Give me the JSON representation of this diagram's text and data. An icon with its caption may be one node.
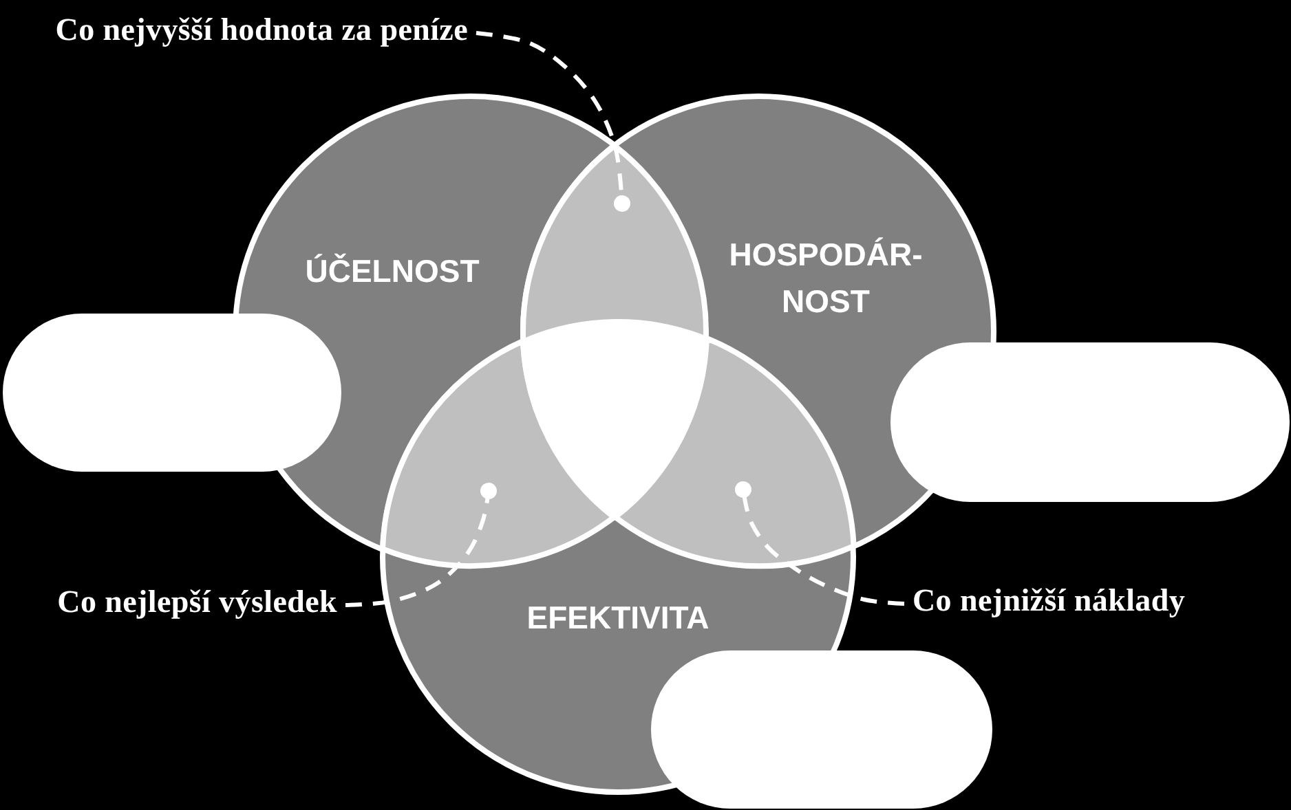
{
  "diagram": {
    "nodes": [
      {
        "text": [
          "ÚČELNOST"
        ]
      },
      {
        "text": [
          "HOSPODÁR- NOST"
        ]
      },
      {
        "text": [
          "EFEKTIVITA"
        ]
      },
      {
        "text": [],
        "shape": "lens"
      },
      {
        "text": [],
        "shape": "lens"
      },
      {
        "text": [],
        "shape": "lens"
      },
      {
        "text": [],
        "shape": "triangle"
      },
      {
        "text": [],
        "shape": "pill"
      },
      {
        "text": [],
        "shape": "pill"
      },
      {
        "text": [],
        "shape": "pill"
      },
      {
        "text": [
          "Co nejvyšší hodnota za peníze"
        ]
      },
      {
        "text": [
          "Co nejlepší výsledek"
        ]
      },
      {
        "text": [
          "Co nejnižší náklady"
        ]
      }
    ],
    "edges": [
      {
        "from": 10,
        "to": 3,
        "arrow": "other",
        "style": "dashed"
      },
      {
        "from": 11,
        "to": 4,
        "arrow": "other",
        "style": "dashed"
      },
      {
        "from": 12,
        "to": 5,
        "arrow": "other",
        "style": "dashed"
      }
    ]
  }
}
